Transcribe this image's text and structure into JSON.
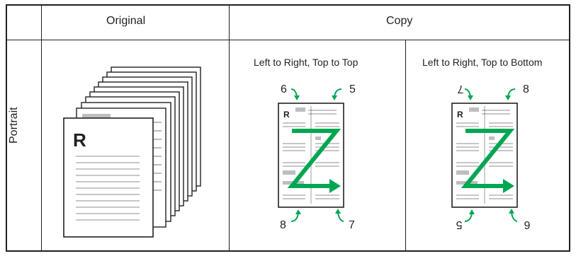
{
  "table": {
    "header_original": "Original",
    "header_copy": "Copy",
    "row_label": "Portrait"
  },
  "original": {
    "page_letter": "R"
  },
  "copies": [
    {
      "caption": "Left to Right, Top to Top",
      "page_letter": "R",
      "top_left_number": "6",
      "top_right_number": "5",
      "bottom_left_number": "8",
      "bottom_right_number": "7",
      "bottom_numbers_rotated": false,
      "top_left_rotated": false
    },
    {
      "caption": "Left to Right, Top to Bottom",
      "page_letter": "R",
      "top_left_number": "7",
      "top_right_number": "8",
      "bottom_left_number": "5",
      "bottom_right_number": "6",
      "bottom_numbers_rotated": true,
      "top_left_rotated": true
    }
  ],
  "colors": {
    "accent_green": "#00a651",
    "gray_block": "#bcbec0",
    "line": "#231f20"
  }
}
